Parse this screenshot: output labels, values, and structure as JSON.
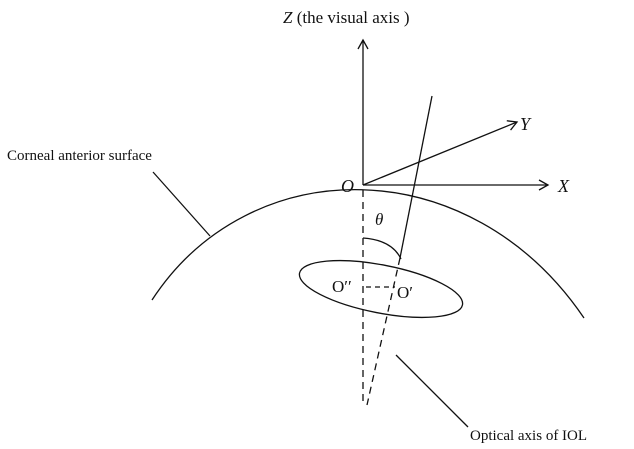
{
  "labels": {
    "z_axis_letter": "Z",
    "z_axis_text": " (the visual axis )",
    "y_axis": "Y",
    "x_axis": "X",
    "origin": "O",
    "theta": "θ",
    "o_double_prime": "O′′",
    "o_prime": "O′",
    "cornea": "Corneal anterior surface",
    "optical_axis": "Optical axis of IOL"
  }
}
